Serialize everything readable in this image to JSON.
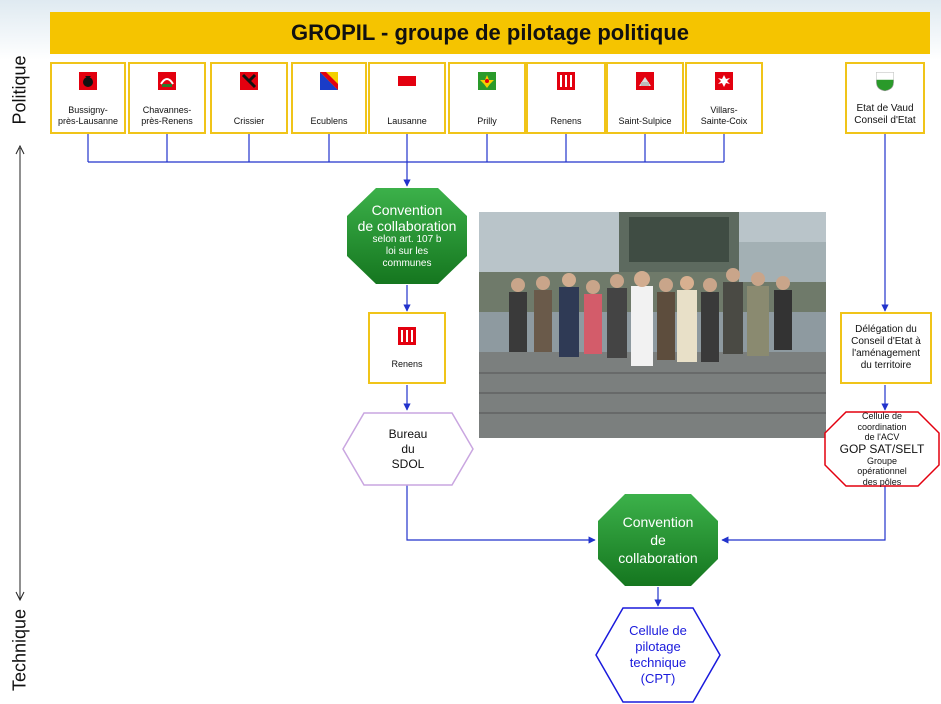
{
  "title": "GROPIL - groupe de pilotage politique",
  "axis": {
    "top": "Politique",
    "bottom": "Technique"
  },
  "communes": [
    {
      "name": "Bussigny-\nprès-Lausanne",
      "flag": "rooster-flag-icon"
    },
    {
      "name": "Chavannes-\nprès-Renens",
      "flag": "chavannes-crest-icon"
    },
    {
      "name": "Crissier",
      "flag": "crissier-crest-icon"
    },
    {
      "name": "Ecublens",
      "flag": "ecublens-crest-icon"
    },
    {
      "name": "Lausanne",
      "flag": "lausanne-crest-icon"
    },
    {
      "name": "Prilly",
      "flag": "prilly-crest-icon"
    },
    {
      "name": "Renens",
      "flag": "renens-crest-icon"
    },
    {
      "name": "Saint-Sulpice",
      "flag": "saint-sulpice-crest-icon"
    },
    {
      "name": "Villars-\nSainte-Coix",
      "flag": "villars-crest-icon"
    }
  ],
  "etat_vaud": {
    "line1": "Etat de Vaud",
    "line2": "Conseil d'Etat"
  },
  "convention1": {
    "line1": "Convention",
    "line2": "de collaboration",
    "line3": "selon art. 107 b",
    "line4": "loi sur les",
    "line5": "communes"
  },
  "renens_box": {
    "label": "Renens"
  },
  "bureau": {
    "line1": "Bureau",
    "line2": "du",
    "line3": "SDOL"
  },
  "delegation": {
    "line1": "Délégation du",
    "line2": "Conseil d'Etat à",
    "line3": "l'aménagement",
    "line4": "du territoire"
  },
  "cellule_acv": {
    "line1": "Cellule de",
    "line2": "coordination",
    "line3": "de l'ACV",
    "line4": "GOP SAT/SELT",
    "line5": "Groupe",
    "line6": "opérationnel",
    "line7": "des pôles"
  },
  "convention2": {
    "line1": "Convention",
    "line2": "de",
    "line3": "collaboration"
  },
  "cpt": {
    "line1": "Cellule de",
    "line2": "pilotage",
    "line3": "technique",
    "line4": "(CPT)"
  },
  "colors": {
    "banner": "#f5c400",
    "box_border": "#f0c419",
    "connector": "#2233cc",
    "octagon": "#1d8a2e",
    "red_hex": "#e3000f",
    "purple_hex": "#c9a6e0",
    "blue_hex": "#1a1adc"
  }
}
